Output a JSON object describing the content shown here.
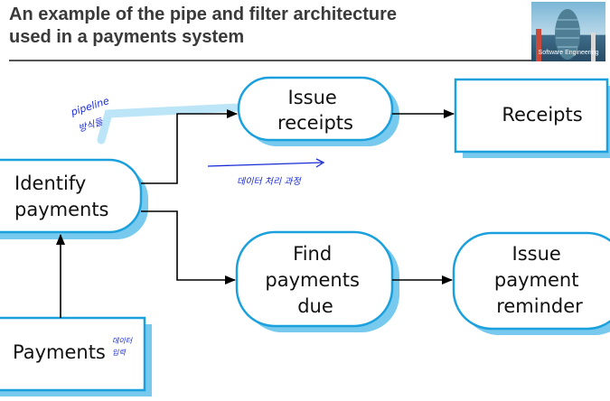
{
  "slide": {
    "title_line1": "An example of the pipe and filter architecture",
    "title_line2": "used in a payments system",
    "logo_caption": "Software Engineering"
  },
  "nodes": {
    "issue_receipts": [
      "Issue",
      "receipts"
    ],
    "receipts": [
      "Receipts"
    ],
    "identify_payments": [
      "Identify",
      "payments"
    ],
    "find_payments_due": [
      "Find",
      "payments",
      "due"
    ],
    "issue_payment_reminder": [
      "Issue",
      "payment",
      "reminder"
    ],
    "payments": [
      "Payments"
    ]
  },
  "annotations": {
    "pipeline_note_1": "pipeline",
    "pipeline_note_2": "방식들",
    "data_flow_note": "데이터 처리 과정",
    "input_note_1": "데이터",
    "input_note_2": "입력"
  },
  "colors": {
    "border": "#1aa0dc",
    "shadow": "#77c9ee",
    "highlight": "#b5e3f7",
    "ink": "#1a2bd6"
  }
}
